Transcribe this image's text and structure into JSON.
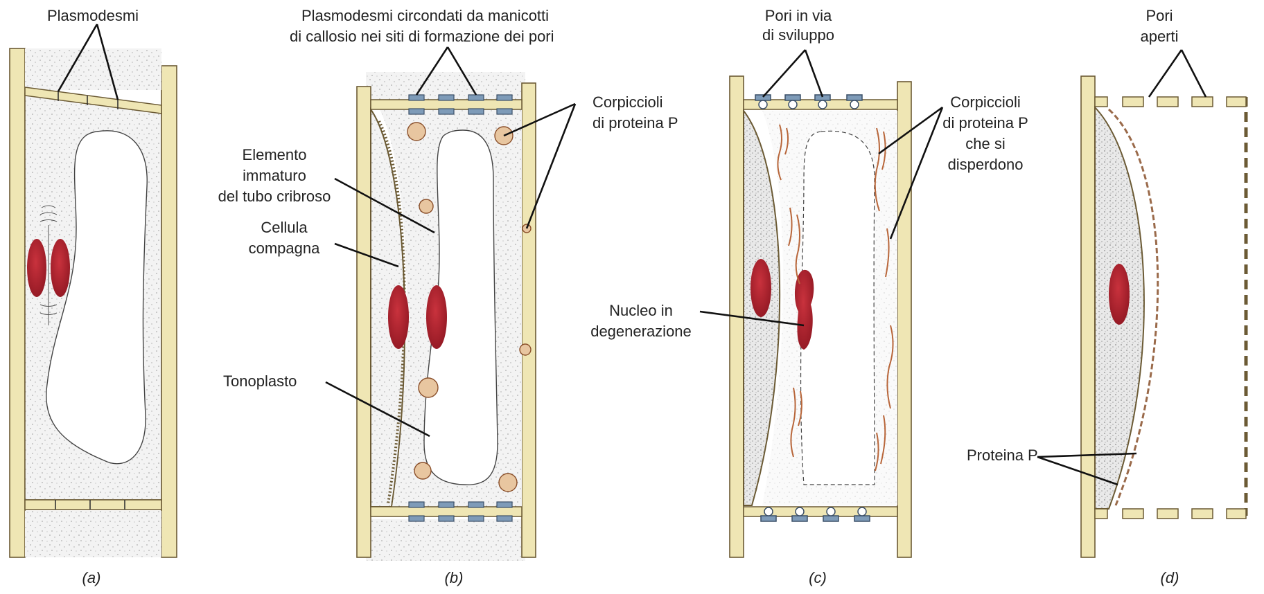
{
  "labels": {
    "a_plasmodesmi": "Plasmodesmi",
    "b_plasmo_line1": "Plasmodesmi circondati da manicotti",
    "b_plasmo_line2": "di callosio nei siti di formazione dei pori",
    "b_corp_line1": "Corpiccioli",
    "b_corp_line2": "di proteina P",
    "b_elem_line1": "Elemento",
    "b_elem_line2": "immaturo",
    "b_elem_line3": "del tubo cribroso",
    "b_cell_line1": "Cellula",
    "b_cell_line2": "compagna",
    "b_tono": "Tonoplasto",
    "c_pori_line1": "Pori in via",
    "c_pori_line2": "di sviluppo",
    "c_corp_line1": "Corpiccioli",
    "c_corp_line2": "di proteina P",
    "c_corp_line3": "che si",
    "c_corp_line4": "disperdono",
    "c_nucleo_line1": "Nucleo in",
    "c_nucleo_line2": "degenerazione",
    "d_pori_line1": "Pori",
    "d_pori_line2": "aperti",
    "d_prot": "Proteina P"
  },
  "captions": {
    "a": "(a)",
    "b": "(b)",
    "c": "(c)",
    "d": "(d)"
  },
  "colors": {
    "wall_fill": "#efe6b4",
    "wall_stroke": "#6b5a34",
    "cytoplasm": "#f2f2f2",
    "nucleus": "#b8232f",
    "nucleus_dark": "#8e1620",
    "callose": "#7e9bb8",
    "p_protein": "#b8663a",
    "leader": "#111111"
  }
}
